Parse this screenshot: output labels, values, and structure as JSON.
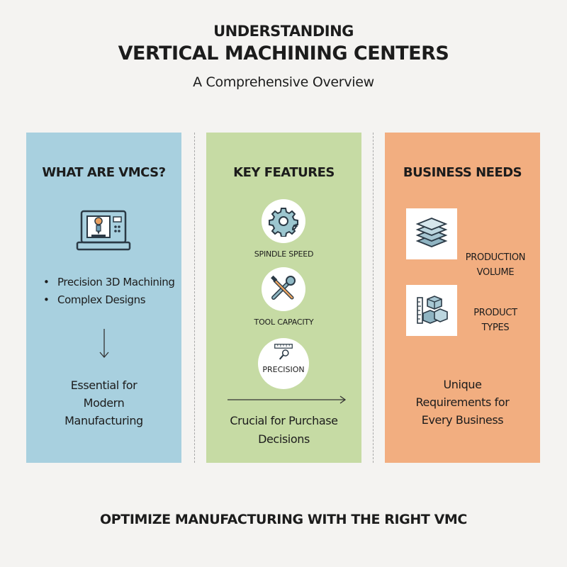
{
  "header": {
    "title_line1": "UNDERSTANDING",
    "title_line2": "VERTICAL MACHINING CENTERS",
    "subtitle": "A Comprehensive Overview"
  },
  "columns": [
    {
      "title": "WHAT ARE VMCS?",
      "color": "#a8d0df",
      "icon": "cnc-machine-icon",
      "bullets": [
        "Precision 3D Machining",
        "Complex Designs"
      ],
      "bullet_glyph": "•",
      "summary_lines": [
        "Essential for",
        "Modern",
        "Manufacturing"
      ]
    },
    {
      "title": "KEY FEATURES",
      "color": "#c6dba4",
      "features": [
        {
          "label": "SPINDLE SPEED",
          "icon": "gear-icon"
        },
        {
          "label": "TOOL CAPACITY",
          "icon": "wrench-screwdriver-icon"
        },
        {
          "label": "PRECISION",
          "icon": "ruler-magnifier-icon"
        }
      ],
      "summary_lines": [
        "Crucial for Purchase",
        "Decisions"
      ]
    },
    {
      "title": "BUSINESS NEEDS",
      "color": "#f2ae80",
      "needs": [
        {
          "label_lines": [
            "PRODUCTION",
            "VOLUME"
          ],
          "icon": "layers-stack-icon"
        },
        {
          "label_lines": [
            "PRODUCT",
            "TYPES"
          ],
          "icon": "cubes-ruler-icon"
        }
      ],
      "summary_lines": [
        "Unique",
        "Requirements for",
        "Every Business"
      ]
    }
  ],
  "footer": {
    "text": "OPTIMIZE MANUFACTURING WITH THE RIGHT VMC"
  }
}
